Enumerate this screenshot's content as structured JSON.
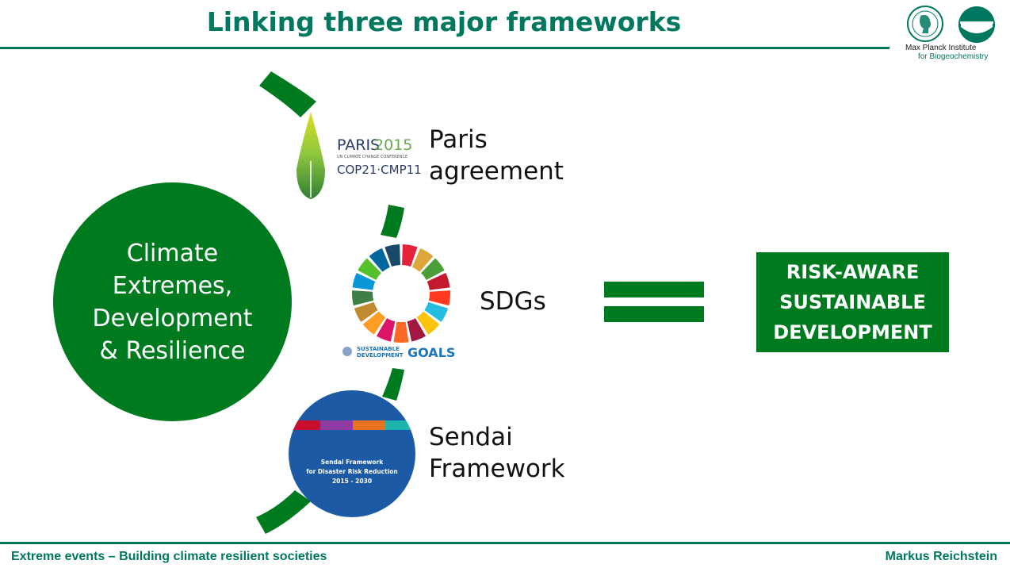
{
  "slide": {
    "title": "Linking three major frameworks"
  },
  "institute": {
    "name": "Max Planck Institute",
    "subtitle": "for Biogeochemistry",
    "icons": [
      "minerva-seal-icon",
      "mpi-bgc-logo-icon"
    ]
  },
  "central": {
    "label": "Climate Extremes, Development & Resilience"
  },
  "frameworks": [
    {
      "label": "Paris agreement",
      "logo": {
        "line1": "PARIS",
        "line1_year": "2015",
        "line2": "UN CLIMATE CHANGE CONFERENCE",
        "line3": "COP21·CMP11"
      }
    },
    {
      "label": "SDGs",
      "logo": {
        "text1": "SUSTAINABLE",
        "text2": "DEVELOPMENT",
        "text3": "GOALS"
      }
    },
    {
      "label": "Sendai Framework",
      "logo": {
        "line1": "Sendai Framework",
        "line2": "for Disaster Risk Reduction",
        "line3": "2015 - 2030"
      }
    }
  ],
  "equals_icon": "equals-sign-icon",
  "result": {
    "label": "RISK-AWARE SUSTAINABLE DEVELOPMENT"
  },
  "footer": {
    "left": "Extreme events – Building climate resilient societies",
    "right": "Markus Reichstein"
  },
  "colors": {
    "title": "#00785f",
    "green": "#007a1f",
    "sendai_blue": "#1c5aa6"
  }
}
